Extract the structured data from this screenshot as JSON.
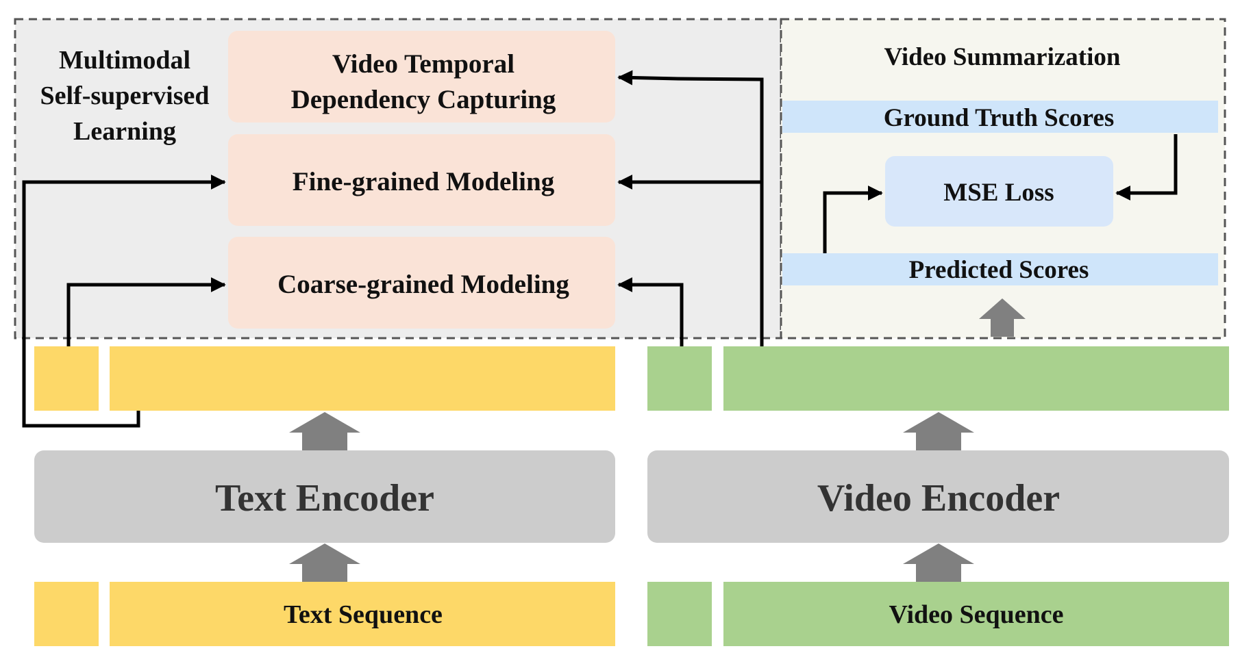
{
  "ssl_panel": {
    "title_lines": [
      "Multimodal",
      "Self-supervised",
      "Learning"
    ]
  },
  "modules": {
    "temporal": [
      "Video Temporal",
      "Dependency Capturing"
    ],
    "fine": "Fine-grained Modeling",
    "coarse": "Coarse-grained Modeling"
  },
  "summarization_panel": {
    "title": "Video Summarization",
    "ground_truth": "Ground Truth Scores",
    "loss": "MSE Loss",
    "predicted": "Predicted Scores"
  },
  "encoders": {
    "text": "Text Encoder",
    "video": "Video Encoder"
  },
  "sequences": {
    "text": "Text Sequence",
    "video": "Video Sequence"
  },
  "colors": {
    "ssl_panel_bg": "#EDEDED",
    "summ_panel_bg": "#F6F6EF",
    "module_fill": "#FAE3D7",
    "score_bar": "#CFE5FA",
    "loss_box": "#D8E7FA",
    "encoder_fill": "#CCCCCC",
    "text_token": "#FDD868",
    "video_token": "#A9D18E",
    "block_arrow": "#808080"
  }
}
